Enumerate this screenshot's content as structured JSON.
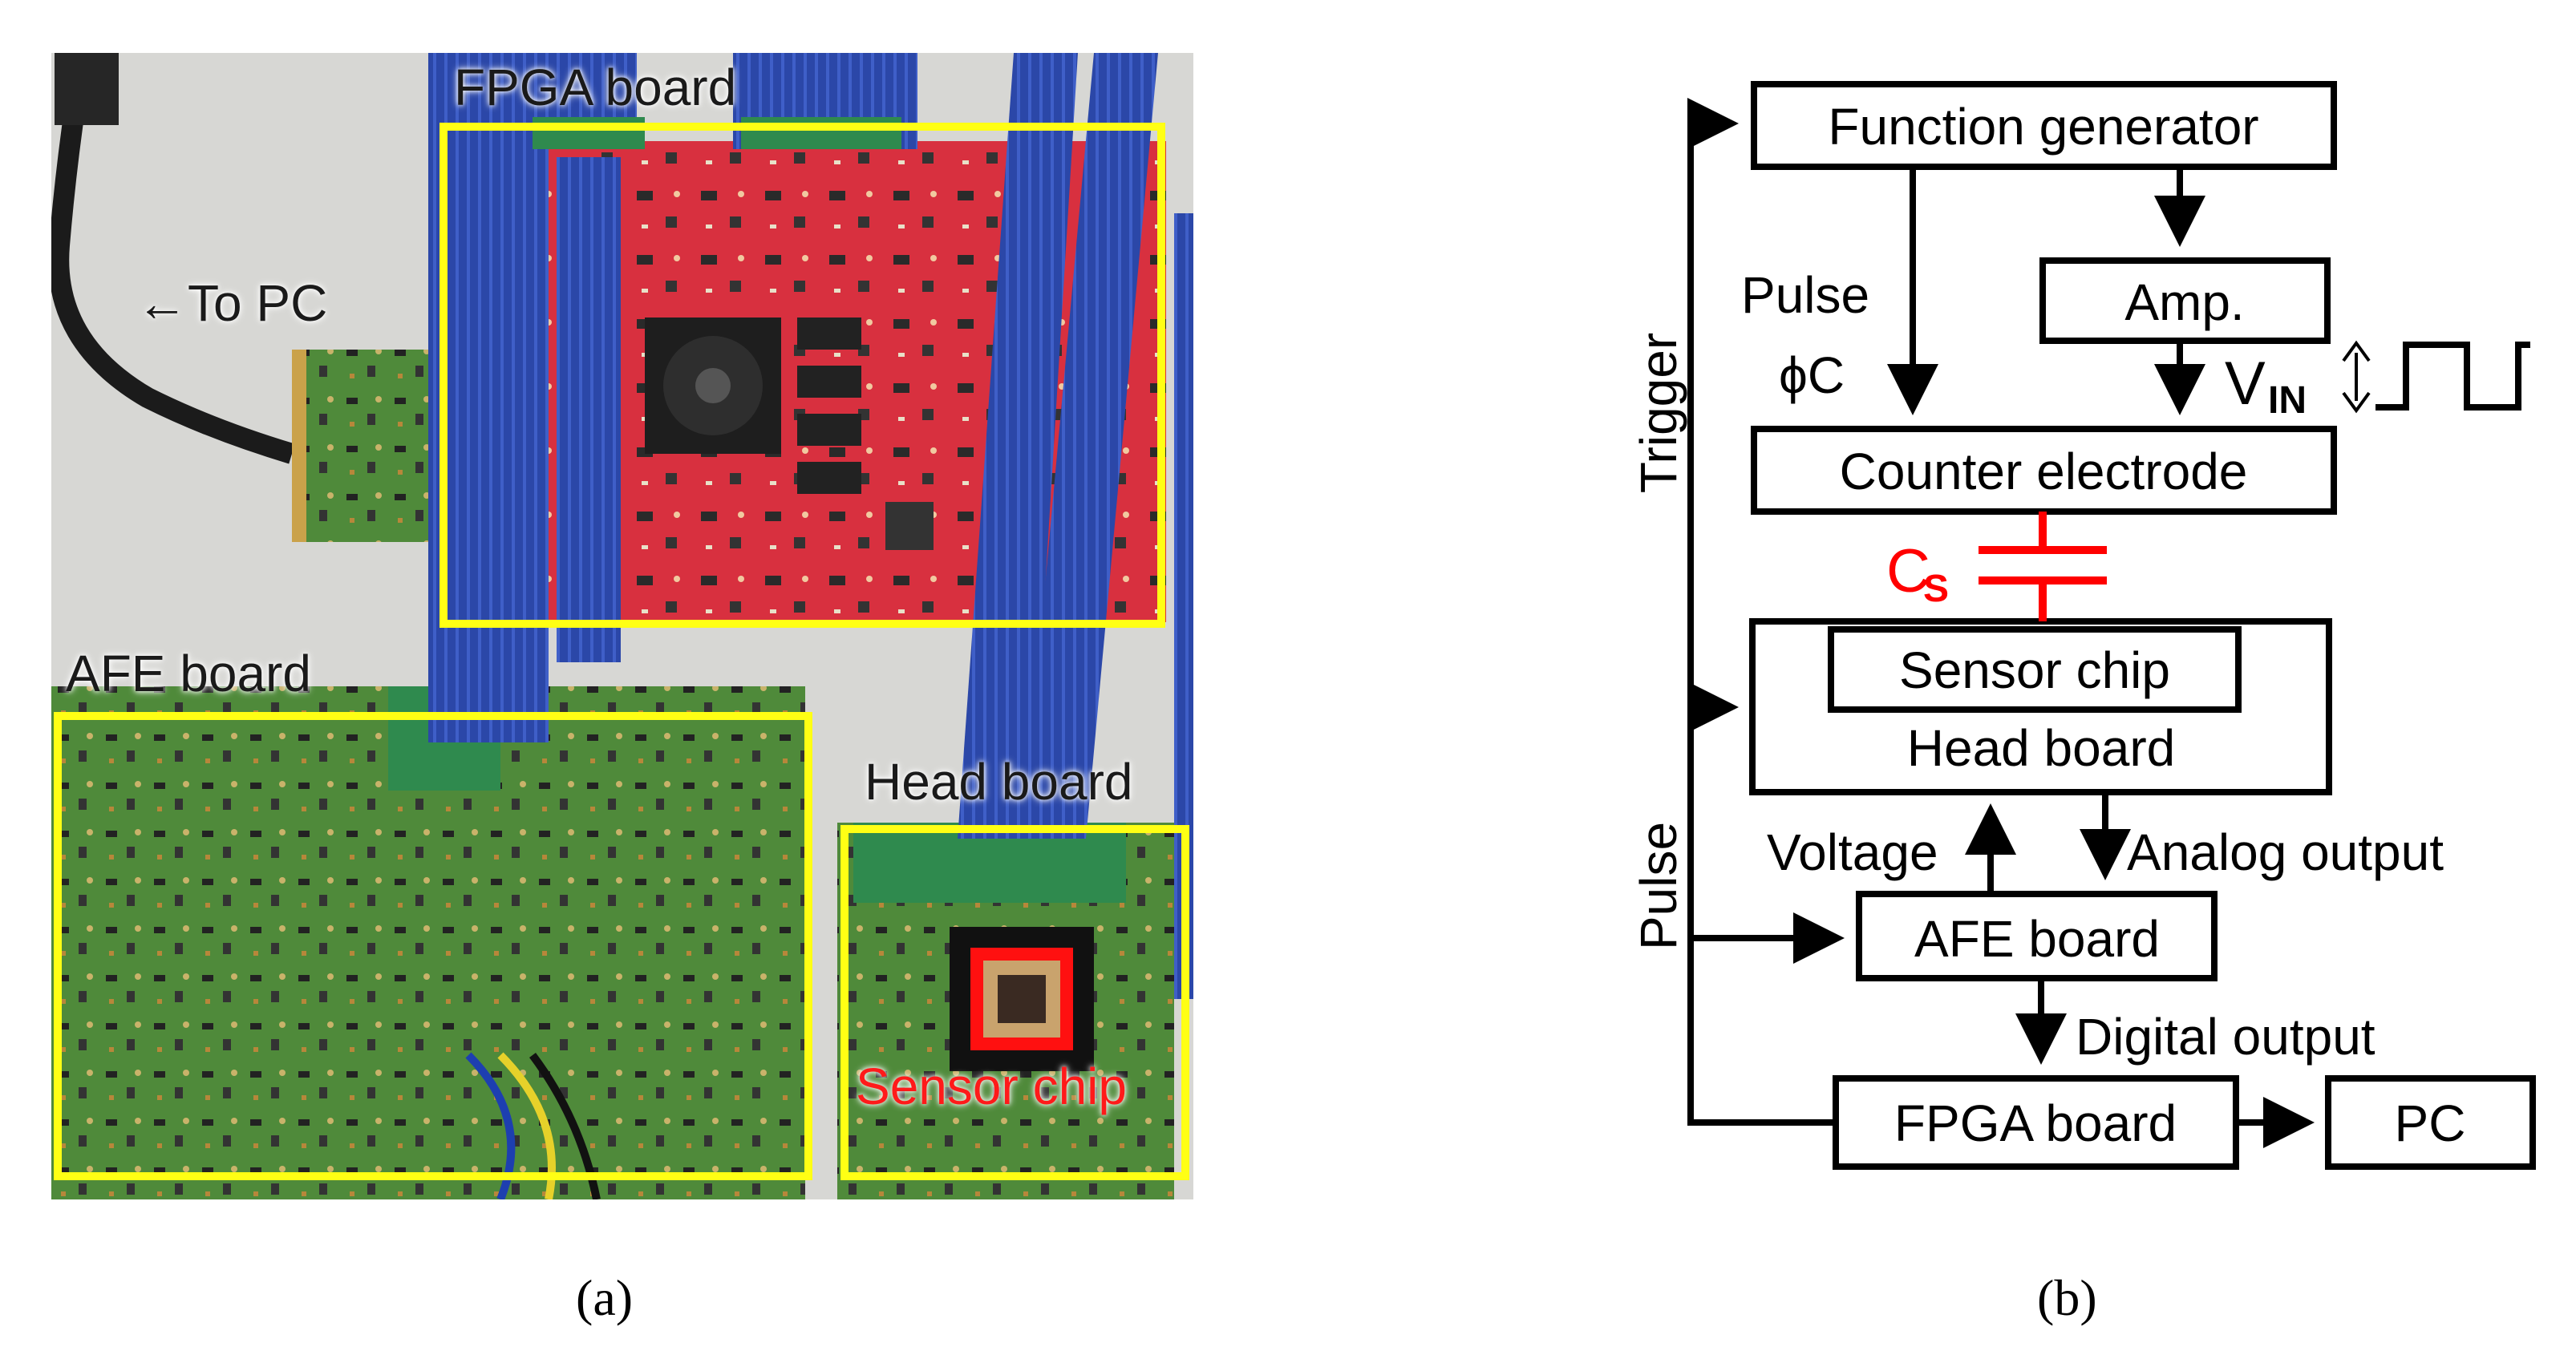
{
  "panel_a": {
    "labels": {
      "fpga_board": "FPGA board",
      "to_pc": "←To PC",
      "afe_board": "AFE board",
      "head_board": "Head board",
      "sensor_chip": "Sensor chip"
    },
    "caption": "(a)"
  },
  "panel_b": {
    "blocks": {
      "function_generator": "Function generator",
      "amp": "Amp.",
      "counter_electrode": "Counter electrode",
      "sensor_chip": "Sensor chip",
      "head_board": "Head board",
      "afe_board": "AFE board",
      "fpga_board": "FPGA board",
      "pc": "PC"
    },
    "signals": {
      "pulse": "Pulse",
      "phi_c": "ϕC",
      "v_in_main": "V",
      "v_in_sub": "IN",
      "c_s_main": "C",
      "c_s_sub": "S",
      "trigger": "Trigger",
      "pulse_vertical": "Pulse",
      "voltage": "Voltage",
      "analog_output": "Analog output",
      "digital_output": "Digital output"
    },
    "colors": {
      "capacitor": "#ff0000",
      "stroke": "#000000"
    },
    "caption": "(b)"
  }
}
